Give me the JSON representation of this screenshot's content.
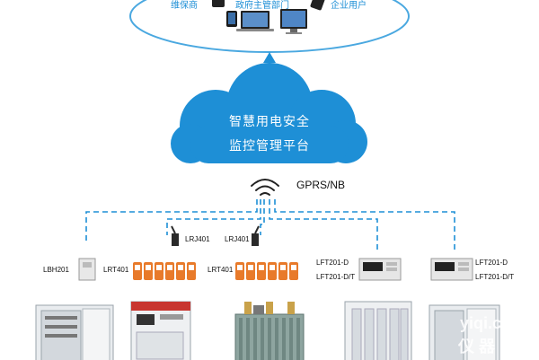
{
  "users": {
    "maintenance_label": "维保商",
    "government_label": "政府主管部门",
    "enterprise_label": "企业用户"
  },
  "platform": {
    "title_line1": "智慧用电安全",
    "title_line2": "监控管理平台"
  },
  "network": {
    "label": "GPRS/NB"
  },
  "devices": {
    "lbh201": "LBH201",
    "lrt401_a": "LRT401",
    "lrj401_a": "LRJ401",
    "lrj401_b": "LRJ401",
    "lrt401_b": "LRT401",
    "lft201_d_a": "LFT201-D",
    "lft201_dt_a": "LFT201-D/T",
    "lft201_d_b": "LFT201-D",
    "lft201_dt_b": "LFT201-D/T"
  },
  "watermark": {
    "text_main": "yiqi.com",
    "text_sub": "仪 器 网"
  },
  "colors": {
    "accent": "#1e8fd6",
    "cloud": "#1e8fd6",
    "dashed": "#1e8fd6"
  }
}
